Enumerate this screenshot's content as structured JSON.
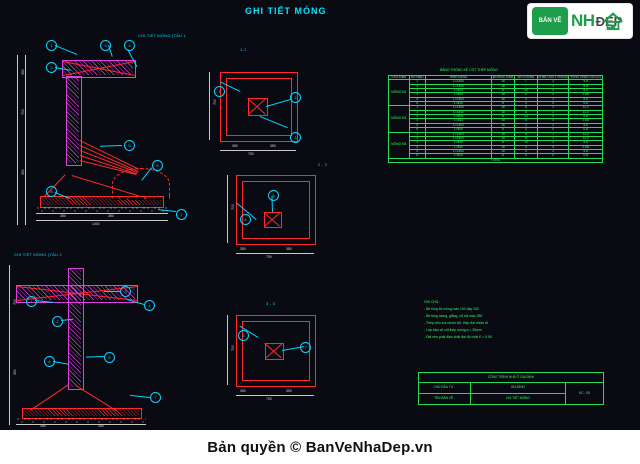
{
  "document": {
    "main_title": "GHI TIẾT MÓNG",
    "footer": "Bản quyền © BanVeNhaDep.vn"
  },
  "logo": {
    "badge_line1": "BẢN VẼ",
    "badge_line2": "",
    "nh": "NH",
    "dep": "ĐẸP",
    "house_icon": "house-icon"
  },
  "drawings": {
    "detail_1_title": "CHI TIẾT MÓNG (TẦU 1",
    "detail_2_title": "CHI TIẾT MÓNG (TẦU 2",
    "section_a_title": "1-1",
    "section_b_title": "2 - 2",
    "section_c_title": "3 - 3"
  },
  "table": {
    "title": "BẢNG THỐNG KÊ CỐT THÉP MÓNG",
    "headers": [
      "CẤU KIỆN",
      "SỐ HIỆU",
      "HÌNH DẠNG",
      "ĐƯỜNG KÍNH",
      "SỐ LƯỢNG",
      "CHIỀU DÀI 1 THANH",
      "TỔNG CHIỀU DÀI (m)"
    ],
    "groups": [
      {
        "name": "MÓNG M1",
        "rows": [
          {
            "no": "1",
            "shape": "L=1400",
            "d": "16",
            "qty": "7",
            "len": "1",
            "total": "9.8"
          },
          {
            "no": "2",
            "shape": "L=1400",
            "d": "16",
            "qty": "7",
            "len": "1",
            "total": "9.8"
          },
          {
            "no": "3",
            "shape": "L=400",
            "d": "8",
            "qty": "13",
            "len": "0",
            "total": "5.2"
          },
          {
            "no": "4",
            "shape": "L=460",
            "d": "16",
            "qty": "4",
            "len": "4",
            "total": "2.88"
          },
          {
            "no": "5",
            "shape": "L=1400",
            "d": "16",
            "qty": "4",
            "len": "1",
            "total": "5.6"
          },
          {
            "no": "6",
            "shape": "L=400",
            "d": "6",
            "qty": "4",
            "len": "0",
            "total": "0.8"
          }
        ]
      },
      {
        "name": "MÓNG M2",
        "rows": [
          {
            "no": "1",
            "shape": "L=1400",
            "d": "16",
            "qty": "8",
            "len": "1",
            "total": "11.2"
          },
          {
            "no": "2",
            "shape": "L=1400",
            "d": "16",
            "qty": "8",
            "len": "1",
            "total": "11.2"
          },
          {
            "no": "3",
            "shape": "L=400",
            "d": "8",
            "qty": "14",
            "len": "0",
            "total": "5.6"
          },
          {
            "no": "4",
            "shape": "L=460",
            "d": "16",
            "qty": "4",
            "len": "4",
            "total": "2.88"
          },
          {
            "no": "5",
            "shape": "L=1400",
            "d": "16",
            "qty": "4",
            "len": "1",
            "total": "5.6"
          },
          {
            "no": "6",
            "shape": "L=400",
            "d": "6",
            "qty": "4",
            "len": "0",
            "total": "0.8"
          }
        ]
      },
      {
        "name": "MÓNG M3",
        "rows": [
          {
            "no": "1",
            "shape": "L=1400",
            "d": "16",
            "qty": "8",
            "len": "1",
            "total": "11.2"
          },
          {
            "no": "2",
            "shape": "L=1400",
            "d": "16",
            "qty": "8",
            "len": "1",
            "total": "11.2"
          },
          {
            "no": "3",
            "shape": "L=400",
            "d": "8",
            "qty": "14",
            "len": "0",
            "total": "5.6"
          },
          {
            "no": "4",
            "shape": "L=460",
            "d": "16",
            "qty": "4",
            "len": "4",
            "total": "2.88"
          },
          {
            "no": "5",
            "shape": "L=1400",
            "d": "16",
            "qty": "4",
            "len": "1",
            "total": "5.6"
          },
          {
            "no": "6",
            "shape": "L=400",
            "d": "6",
            "qty": "4",
            "len": "0",
            "total": "0.8"
          }
        ]
      }
    ],
    "total_label": "TỔNG"
  },
  "notes": {
    "title": "GHI CHÚ :",
    "lines": [
      "- Bê tông lót móng mác 100 dày 100",
      "- Bê tông móng, giằng, cổ cột mác 250",
      "- Thép chịu lực nhóm AII, thép đai nhóm AI",
      "- Lớp bảo vệ cốt thép móng a = 35mm",
      "- Đất nền phải đầm chặt đạt độ chặt K = 0.95"
    ]
  },
  "title_block": {
    "header": "CÔNG TRÌNH NHÀ Ở GIA ĐÌNH",
    "row1_left": "CHỦ ĐẦU TƯ :",
    "row1_mid": "GIA ĐÌNH",
    "row2_left": "TÊN BẢN VẼ :",
    "row2_mid": "CHI TIẾT MÓNG",
    "sheet_label": "KC - 05"
  },
  "dimensions": {
    "detail1": [
      "700",
      "350",
      "350",
      "200",
      "100",
      "1400",
      "250",
      "500"
    ],
    "detail2": [
      "1400",
      "200",
      "350",
      "350",
      "700",
      "100",
      "250"
    ],
    "sections": [
      "700",
      "1400",
      "350",
      "600",
      "250",
      "1400",
      "700"
    ]
  },
  "callouts": [
    "1",
    "2",
    "3",
    "4",
    "5",
    "6",
    "7",
    "8"
  ],
  "colors": {
    "background": "#0a0a12",
    "red": "#ff2a2a",
    "cyan": "#00d8ff",
    "green": "#22dd55",
    "yellow": "#e8e84a",
    "magenta": "#e040e0",
    "white": "#c8c8c8"
  }
}
